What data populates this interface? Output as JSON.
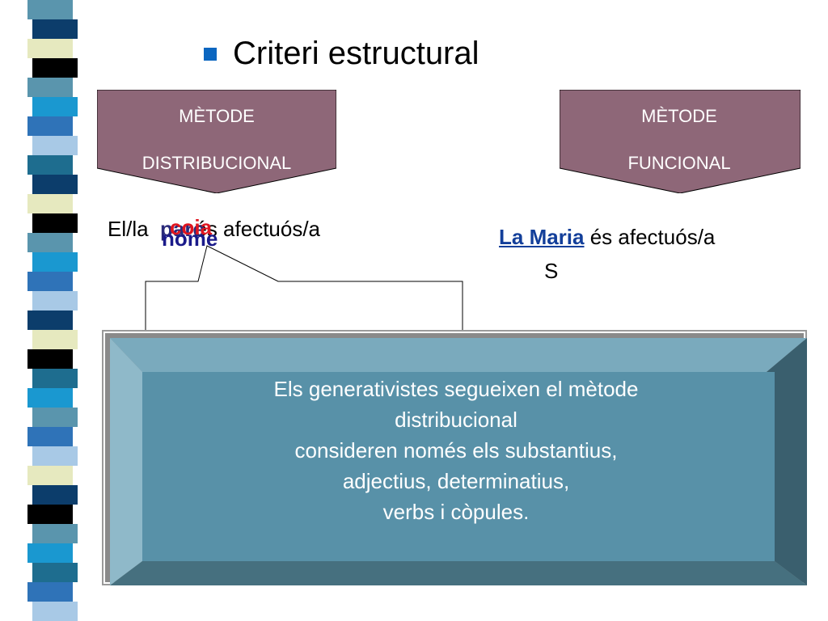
{
  "slide": {
    "title": "Criteri estructural",
    "methods": {
      "left": {
        "line1": "MÈTODE",
        "line2": "DISTRIBUCIONAL"
      },
      "right": {
        "line1": "MÈTODE",
        "line2": "FUNCIONAL"
      }
    },
    "left_example": {
      "sentence": "El/la        és afectuós/a",
      "overlap_words": [
        "pare",
        "coia",
        "nome"
      ]
    },
    "right_example": {
      "subject": "La Maria",
      "rest": " és afectuós/a",
      "subject_label": "S"
    },
    "box": {
      "lines": [
        "Els generativistes segueixen el mètode",
        "distribucional",
        "consideren només els substantius,",
        "adjectius, determinatius,",
        "verbs i còpules."
      ]
    }
  },
  "colors": {
    "bullet": "#0b66c0",
    "pentagon": "#8e6778",
    "box_face": "#5891a8",
    "box_top": "#7aaabd",
    "box_left": "#8fb9c9",
    "box_right": "#3a5f6e",
    "box_bottom": "#46707f",
    "stripe": [
      "#5a95ad",
      "#0c3d6b",
      "#e6e9bf",
      "#000000",
      "#1a98d0",
      "#2f73b8",
      "#a8c9e6",
      "#1e6d8f"
    ]
  }
}
